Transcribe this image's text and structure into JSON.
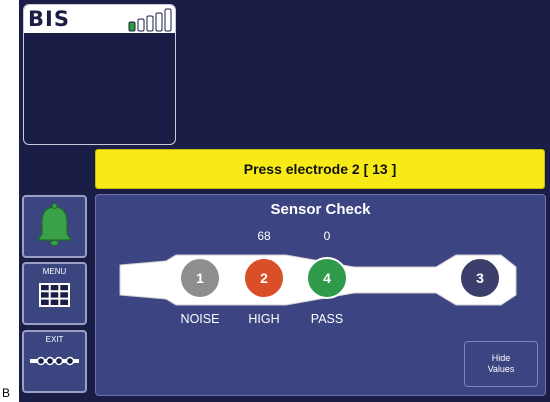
{
  "bis_panel": {
    "title": "BIS",
    "signal_bars": 5,
    "signal_filled": 1,
    "signal_color": "#2e9a3e"
  },
  "prompt": {
    "text": "Press electrode 2  [ 13 ]",
    "color": "#f7ea16"
  },
  "side_buttons": {
    "menu_label": "MENU",
    "exit_label": "EXIT",
    "bell_color": "#3aa148"
  },
  "sensor_check": {
    "title": "Sensor Check",
    "electrodes": [
      {
        "number": "1",
        "status": "NOISE",
        "value": "",
        "color": "#8e8e8e"
      },
      {
        "number": "2",
        "status": "HIGH",
        "value": "68",
        "color": "#d84f2a"
      },
      {
        "number": "4",
        "status": "PASS",
        "value": "0",
        "color": "#2e9a4a"
      },
      {
        "number": "3",
        "status": "",
        "value": "",
        "color": "#3c3f6b"
      }
    ]
  },
  "hide_values_button": {
    "line1": "Hide",
    "line2": "Values"
  },
  "figure_letter": "B"
}
